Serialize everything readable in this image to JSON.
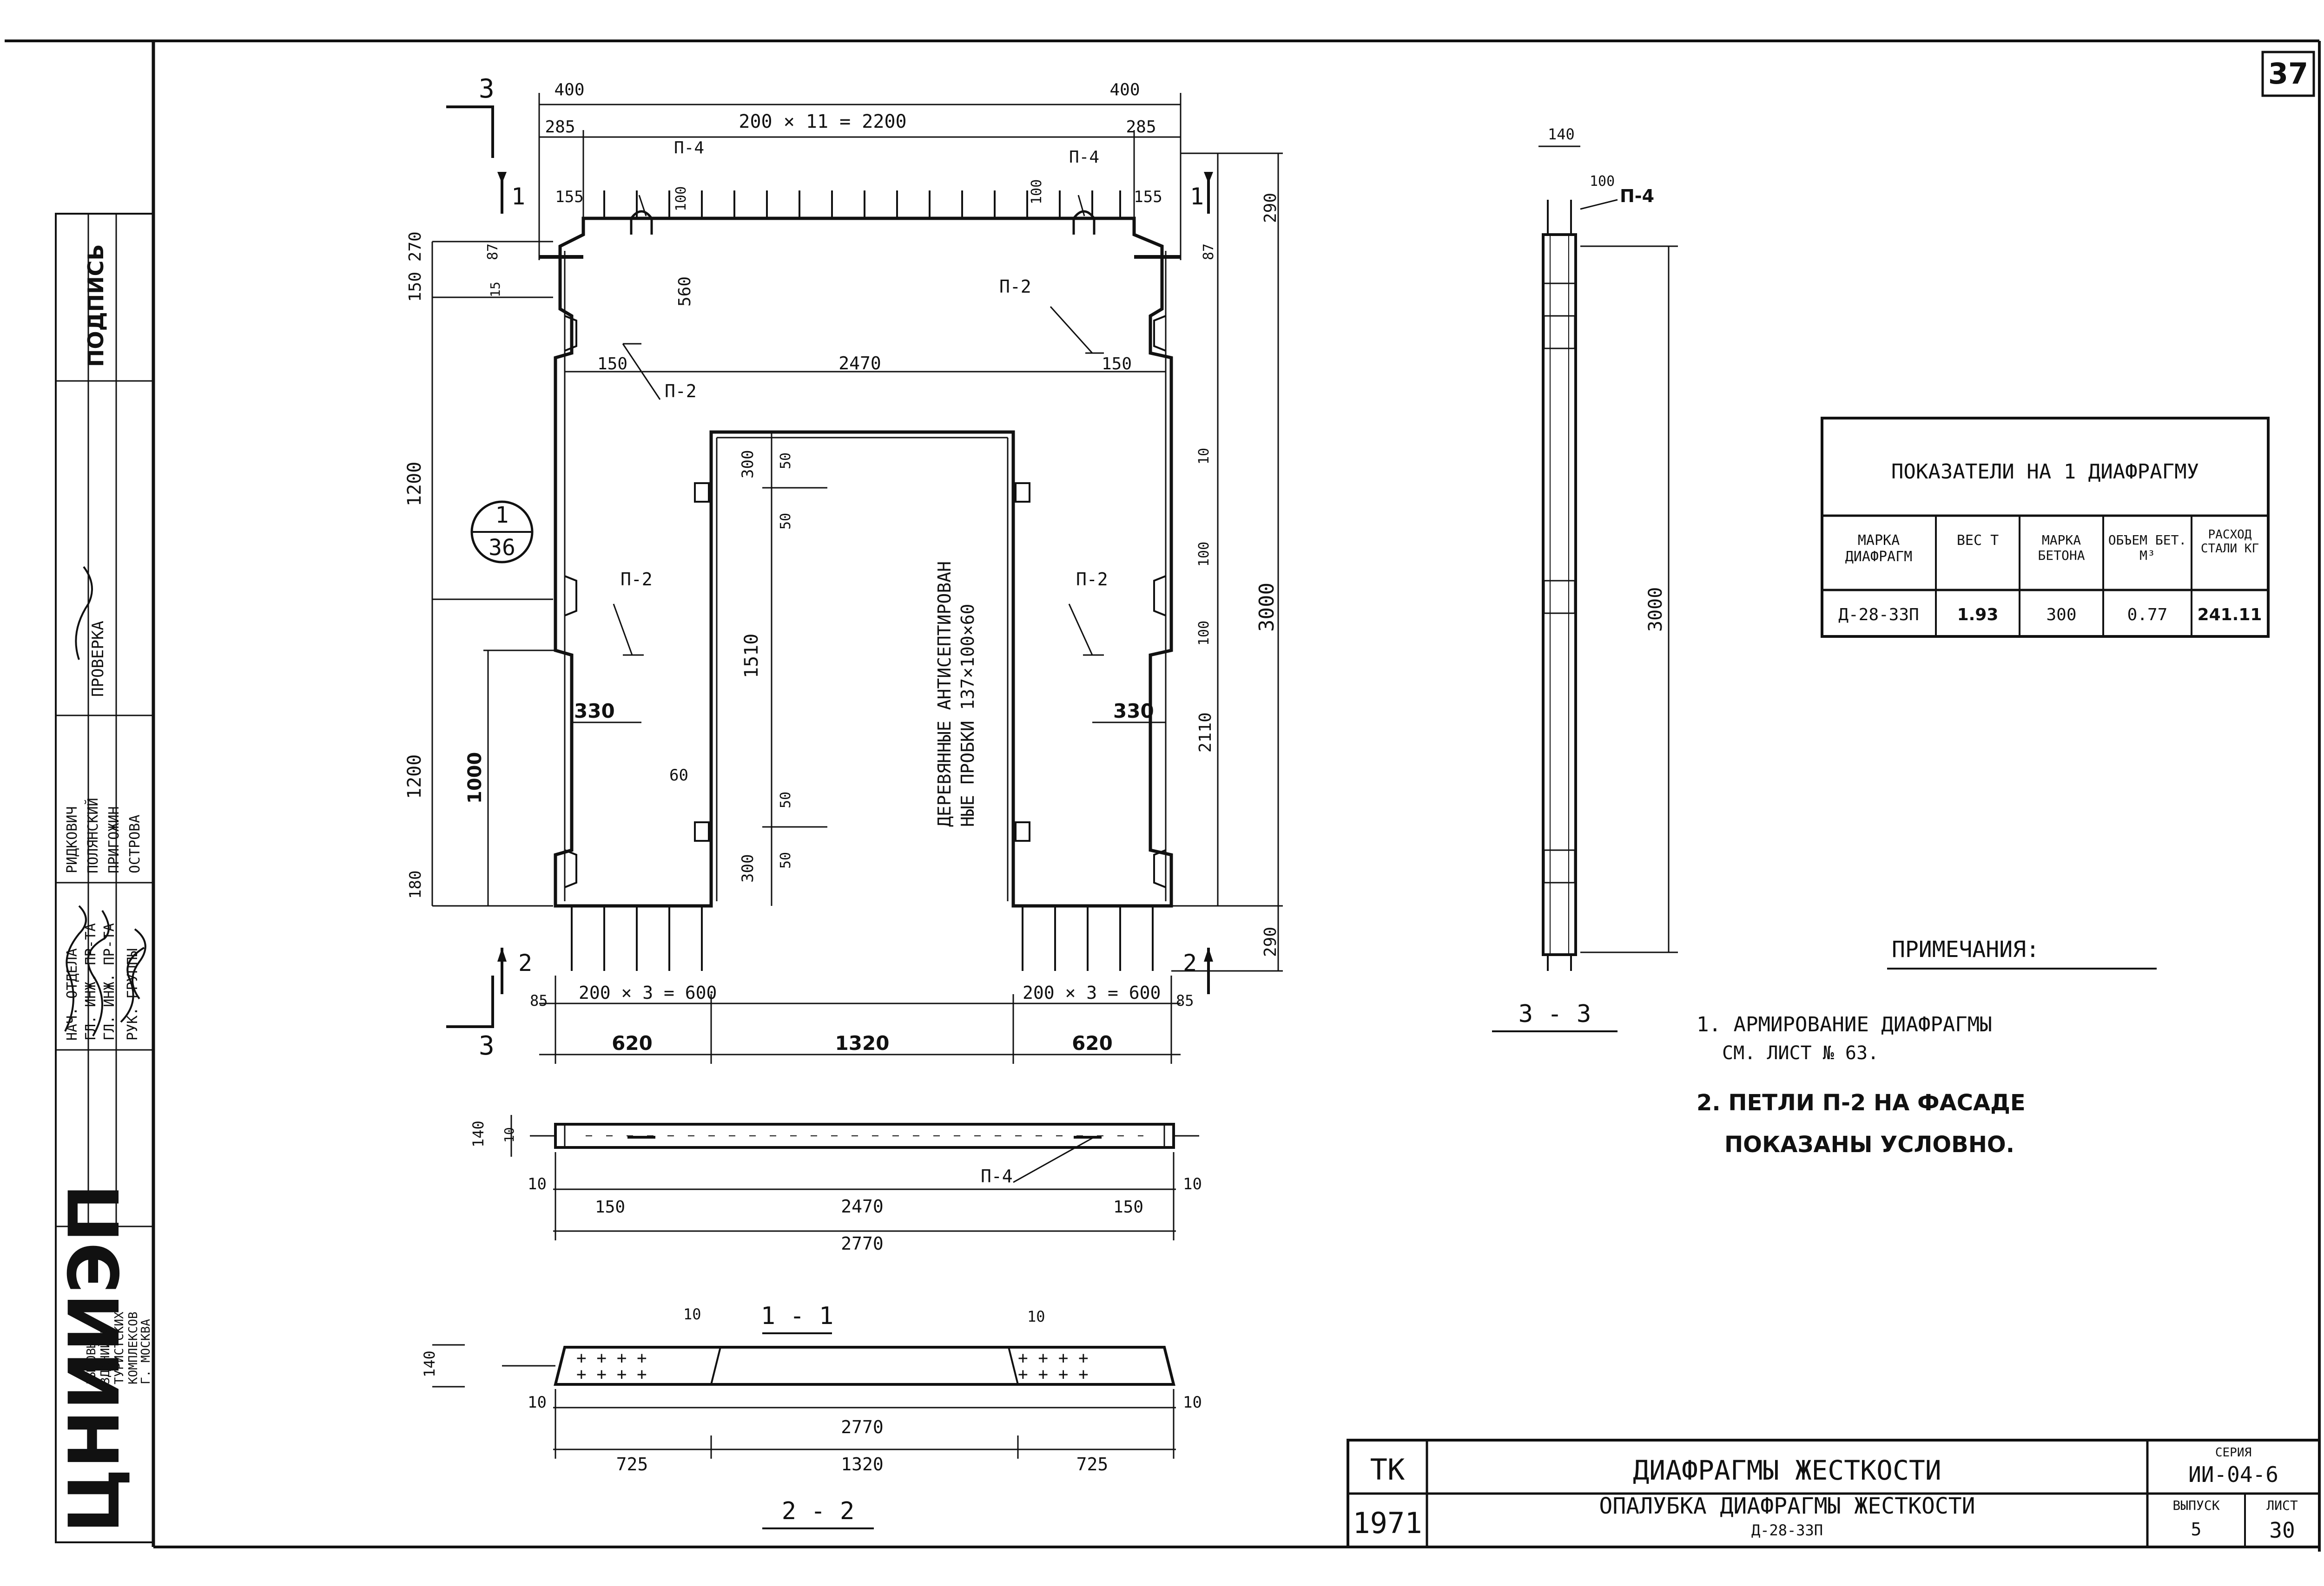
{
  "sheet_number": "37",
  "stamp": {
    "org": "ЦНИИЭП",
    "org_lines": [
      "БЫТОВЫХ",
      "ЗДАНИЙ И",
      "ТУРИСТСКИХ",
      "КОМПЛЕКСОВ",
      "Г. МОСКВА"
    ],
    "roles": [
      "НАЧ. ОТДЕЛА",
      "ГЛ. ИНЖ. ПР-ТА",
      "ГЛ. ИНЖ. ПР-ТА",
      "РУК. ГРУППЫ"
    ],
    "names": [
      "РИДКОВИЧ",
      "ПОЛЯНСКИЙ",
      "ПРИГОЖИН",
      "ОСТРОВА"
    ],
    "header": "ПРОВЕРКА",
    "top": "ПОДПИСЬ"
  },
  "elevation": {
    "section_mark_3": "3",
    "section_mark_1": "1",
    "section_mark_2": "2",
    "top_total": "200 × 11 = 2200",
    "dim_400": "400",
    "dim_285": "285",
    "dim_155": "155",
    "dim_87": "87",
    "dim_100": "100",
    "dim_290": "290",
    "dim_150_270": "150 270",
    "dim_15": "15",
    "dim_560": "560",
    "dim_1200": "1200",
    "dim_180": "180",
    "dim_150": "150",
    "dim_2470": "2470",
    "dim_300": "300",
    "dim_50": "50",
    "dim_1510": "1510",
    "dim_60": "60",
    "dim_1000": "1000",
    "dim_330": "330",
    "dim_3000": "3000",
    "dim_2110": "2110",
    "dim_10": "10",
    "bottom_left": "200 × 3 = 600",
    "bottom_right": "200 × 3 = 600",
    "dim_85": "85",
    "dim_620": "620",
    "dim_1320": "1320",
    "loop_p4": "П-4",
    "loop_p2": "П-2",
    "callout_top": "1",
    "callout_bottom": "36",
    "wood_note_1": "ДЕРЕВЯННЫЕ АНТИСЕПТИРОВАН",
    "wood_note_2": "НЫЕ ПРОБКИ 137×100×60"
  },
  "section_11": {
    "label": "1 - 1",
    "dim_140": "140",
    "dim_10": "10",
    "dim_150": "150",
    "dim_2470": "2470",
    "dim_2770": "2770",
    "loop": "П-4"
  },
  "section_22": {
    "label": "2 - 2",
    "dim_140": "140",
    "dim_10": "10",
    "dim_2770": "2770",
    "dim_725": "725",
    "dim_1320": "1320"
  },
  "section_33": {
    "label": "3 - 3",
    "dim_140": "140",
    "dim_100": "100",
    "loop": "П-4",
    "dim_3000": "3000"
  },
  "indicators": {
    "title": "ПОКАЗАТЕЛИ НА 1 ДИАФРАГМУ",
    "headers": [
      "МАРКА ДИАФРАГМ",
      "ВЕС Т",
      "МАРКА БЕТОНА",
      "ОБЪЕМ БЕТ. М³",
      "РАСХОД СТАЛИ КГ"
    ],
    "row": [
      "Д-28-33П",
      "1.93",
      "300",
      "0.77",
      "241.11"
    ]
  },
  "notes": {
    "title": "ПРИМЕЧАНИЯ:",
    "n1_a": "1. АРМИРОВАНИЕ ДИАФРАГМЫ",
    "n1_b": "СМ. ЛИСТ № 63.",
    "n2_a": "2. ПЕТЛИ П-2 НА ФАСАДЕ",
    "n2_b": "ПОКАЗАНЫ УСЛОВНО."
  },
  "titleblock": {
    "tk": "ТК",
    "year": "1971",
    "title": "ДИАФРАГМЫ ЖЕСТКОСТИ",
    "subtitle": "ОПАЛУБКА ДИАФРАГМЫ ЖЕСТКОСТИ",
    "mark": "Д-28-33П",
    "series_label": "СЕРИЯ",
    "series": "ИИ-04-6",
    "issue_label": "ВЫПУСК",
    "issue": "5",
    "sheet_label": "ЛИСТ",
    "sheet": "30"
  }
}
